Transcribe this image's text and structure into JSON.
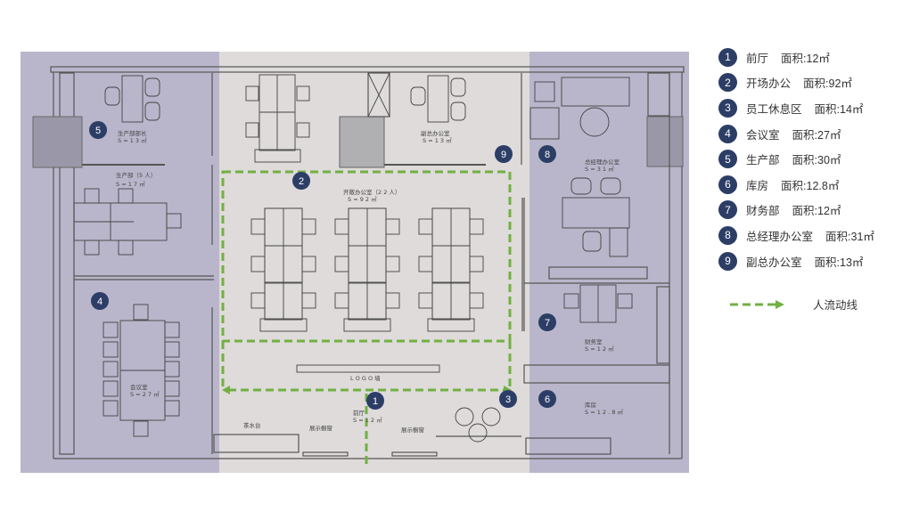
{
  "colors": {
    "badge": "#2c3e66",
    "path": "#72b043",
    "zone_purple": "#b9b6cb",
    "zone_gray": "#dedbda"
  },
  "badges": [
    "1",
    "2",
    "3",
    "4",
    "5",
    "6",
    "7",
    "8",
    "9"
  ],
  "rooms": {
    "prod_head": {
      "name": "生产部部长",
      "area": "S = 1 3 ㎡"
    },
    "prod": {
      "name": "生产部（5 人）",
      "area": "S = 1 7 ㎡"
    },
    "vice": {
      "name": "副总办公室",
      "area": "S = 1 3 ㎡"
    },
    "open": {
      "name": "开敞办公室（2 2 人）",
      "area": "S = 9 2 ㎡"
    },
    "logo": {
      "name": "L O G O 墙"
    },
    "meeting": {
      "name": "会议室",
      "area": "S = 2 7 ㎡"
    },
    "lobby": {
      "name": "前厅",
      "area": "S = 1 2 ㎡"
    },
    "tea": {
      "name": "茶水台"
    },
    "show1": {
      "name": "展示橱窗"
    },
    "show2": {
      "name": "展示橱窗"
    },
    "gm": {
      "name": "总经理办公室",
      "area": "S = 3 1 ㎡"
    },
    "finance": {
      "name": "财务室",
      "area": "S = 1 2 ㎡"
    },
    "storage": {
      "name": "库房",
      "area": "S = 1 2 . 8 ㎡"
    }
  },
  "legend": {
    "items": [
      {
        "num": "1",
        "name": "前厅",
        "area": "面积:12㎡"
      },
      {
        "num": "2",
        "name": "开场办公",
        "area": "面积:92㎡"
      },
      {
        "num": "3",
        "name": "员工休息区",
        "area": "面积:14㎡"
      },
      {
        "num": "4",
        "name": "会议室",
        "area": "面积:27㎡"
      },
      {
        "num": "5",
        "name": "生产部",
        "area": "面积:30㎡"
      },
      {
        "num": "6",
        "name": "库房",
        "area": "面积:12.8㎡"
      },
      {
        "num": "7",
        "name": "财务部",
        "area": "面积:12㎡"
      },
      {
        "num": "8",
        "name": "总经理办公室",
        "area": "面积:31㎡"
      },
      {
        "num": "9",
        "name": "副总办公室",
        "area": "面积:13㎡"
      }
    ],
    "flow_label": "人流动线"
  }
}
